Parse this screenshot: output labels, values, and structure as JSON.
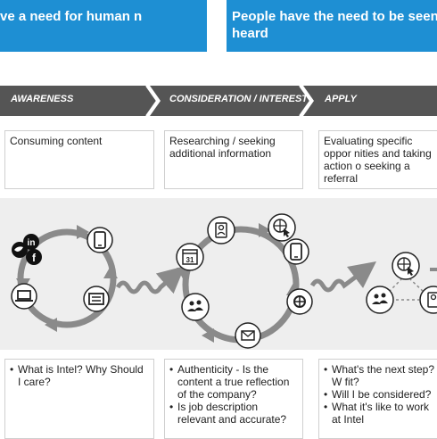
{
  "banners": [
    {
      "text": "ve a need for human n"
    },
    {
      "text": "People have the need to be seen heard"
    }
  ],
  "stages": [
    {
      "label": "AWARENESS"
    },
    {
      "label": "CONSIDERATION / INTEREST"
    },
    {
      "label": "APPLY"
    }
  ],
  "descriptions": [
    {
      "text": "Consuming content"
    },
    {
      "text": "Researching / seeking additional information"
    },
    {
      "text": "Evaluating specific oppor nities and taking action o seeking a referral"
    }
  ],
  "flow": {
    "calendar_day": "31",
    "icons": [
      "linkedin-icon",
      "twitter-icon",
      "facebook-icon",
      "smartphone-icon",
      "newspaper-icon",
      "laptop-icon",
      "person-badge-icon",
      "globe-cursor-icon",
      "calendar-icon",
      "smartphone-icon",
      "group-icon",
      "network-icon",
      "mail-icon",
      "globe-cursor-icon",
      "group-icon",
      "person-badge-icon"
    ],
    "social_letters": {
      "linkedin": "in",
      "facebook": "f"
    }
  },
  "questions": [
    {
      "items": [
        "What is Intel? Why Should I care?"
      ]
    },
    {
      "items": [
        "Authenticity - Is the content a true reflection of the company?",
        "Is job description relevant and accurate?"
      ]
    },
    {
      "items": [
        "What's the next step? W fit?",
        "Will I be considered?",
        "What it's like to work at Intel"
      ]
    }
  ],
  "colors": {
    "banner": "#1e8fd3",
    "stage": "#555555",
    "flow_bg": "#eeeeee",
    "flow_arrow": "#8a8a8a",
    "icon_stroke": "#222222"
  }
}
